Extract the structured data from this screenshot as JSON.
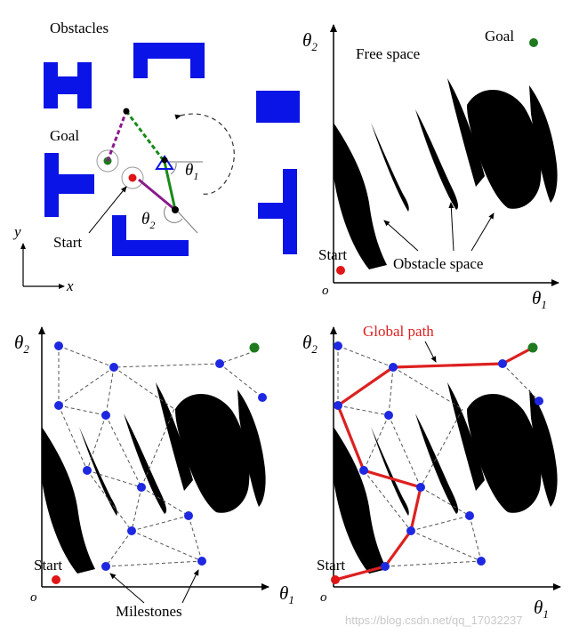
{
  "panel1": {
    "obstacles_label": "Obstacles",
    "goal_label": "Goal",
    "start_label": "Start",
    "theta1": "θ",
    "theta1_sub": "1",
    "theta2": "θ",
    "theta2_sub": "2",
    "y_axis": "y",
    "x_axis": "x"
  },
  "panel2": {
    "y_axis": "θ",
    "y_sub": "2",
    "x_axis": "θ",
    "x_sub": "1",
    "origin": "o",
    "free_space": "Free space",
    "goal_label": "Goal",
    "start_label": "Start",
    "obstacle_space": "Obstacle space"
  },
  "panel3": {
    "y_axis": "θ",
    "y_sub": "2",
    "x_axis": "θ",
    "x_sub": "1",
    "origin": "o",
    "start_label": "Start",
    "milestones_label": "Milestones"
  },
  "panel4": {
    "y_axis": "θ",
    "y_sub": "2",
    "x_axis": "θ",
    "x_sub": "1",
    "origin": "o",
    "start_label": "Start",
    "global_path_label": "Global path"
  },
  "watermark": "https://blog.csdn.net/qq_17032237",
  "colors": {
    "obstacle_blue": "#0b14e6",
    "milestone_blue": "#1e28e0",
    "goal_green": "#1f7a1f",
    "start_red": "#e01515",
    "path_red": "#dd2020",
    "link_purple": "#8a1a8a",
    "link_green": "#1a8a1a"
  }
}
